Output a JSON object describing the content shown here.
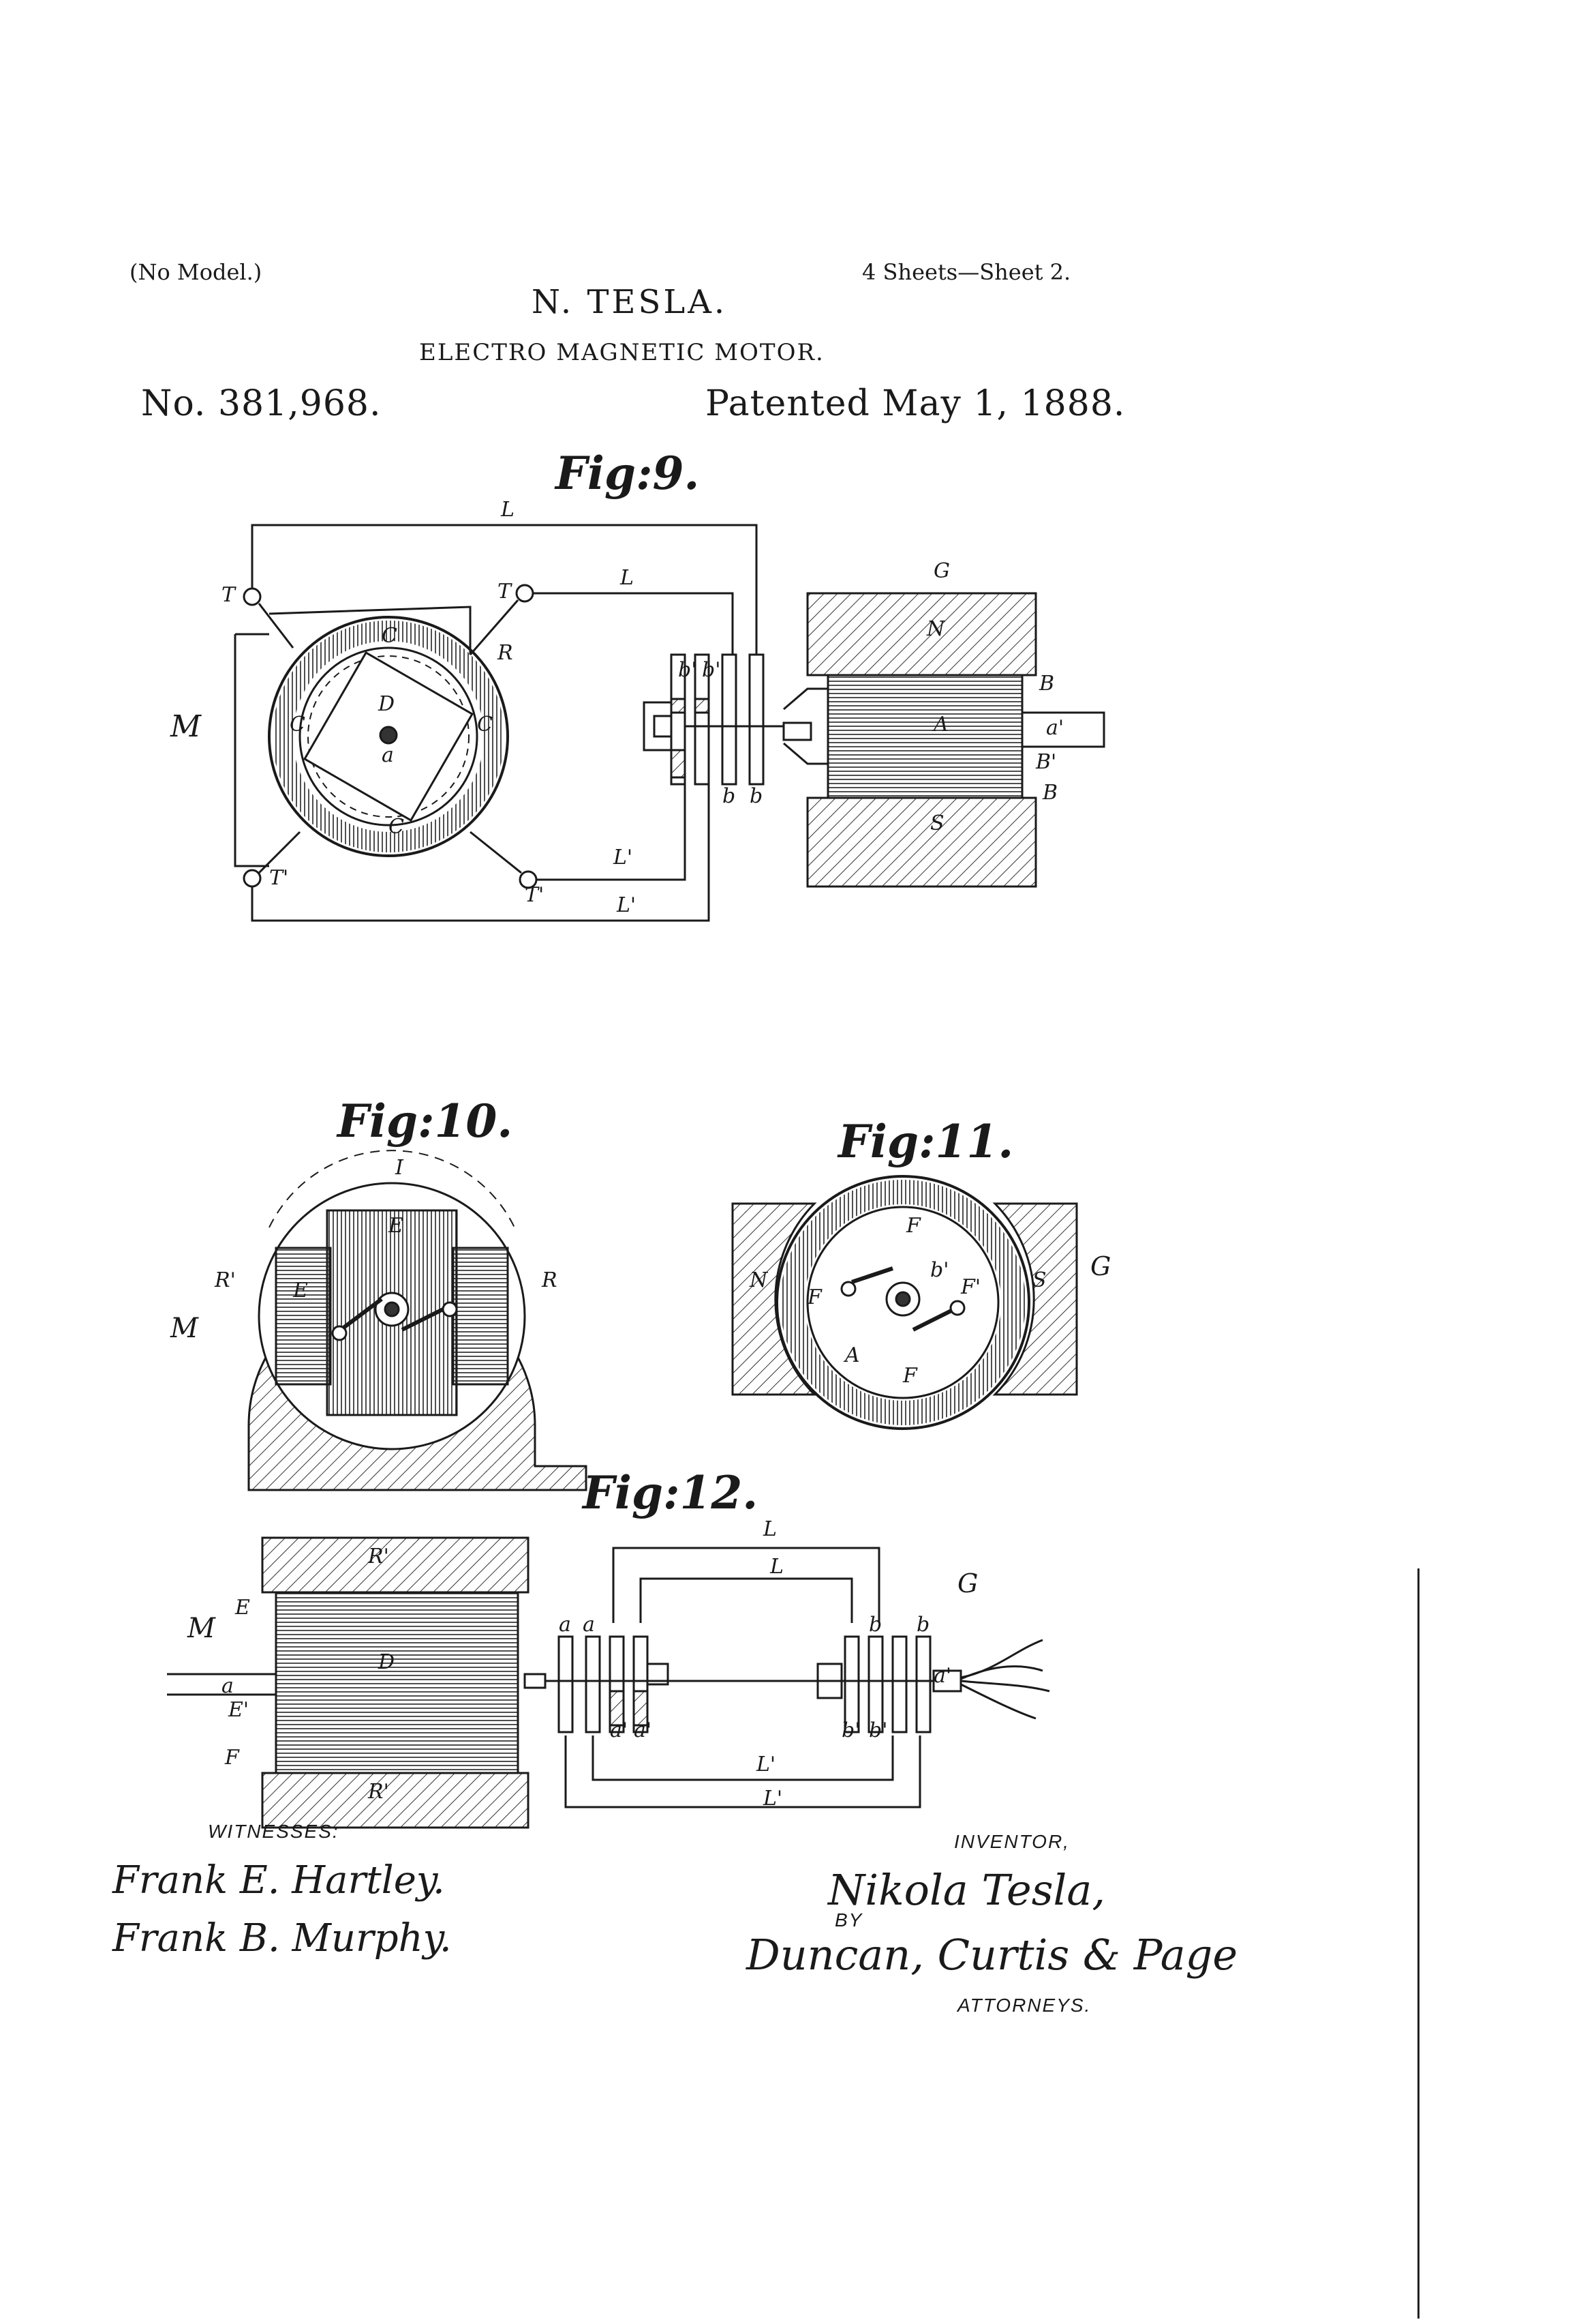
{
  "header": {
    "model_note": "(No Model.)",
    "sheets": "4 Sheets—Sheet 2.",
    "inventor_name": "N. TESLA.",
    "title": "ELECTRO MAGNETIC MOTOR.",
    "patent_number": "No. 381,968.",
    "patent_date": "Patented May 1, 1888."
  },
  "figures": {
    "fig9": "Fig:9.",
    "fig10": "Fig:10.",
    "fig11": "Fig:11.",
    "fig12": "Fig:12."
  },
  "labels": {
    "L": "L",
    "L_prime": "L'",
    "T": "T",
    "T_prime": "T'",
    "M": "M",
    "C": "C",
    "R": "R",
    "R_prime": "R'",
    "D": "D",
    "a": "a",
    "a_prime": "a'",
    "b": "b",
    "b_prime": "b'",
    "G": "G",
    "N": "N",
    "S": "S",
    "A": "A",
    "B": "B",
    "B_prime": "B'",
    "E": "E",
    "E_prime": "E'",
    "F": "F",
    "F_prime": "F'",
    "I": "I"
  },
  "footer": {
    "witnesses_label": "WITNESSES:",
    "witness_1": "Frank E. Hartley.",
    "witness_2": "Frank B. Murphy.",
    "inventor_label": "INVENTOR,",
    "inventor_signature": "Nikola Tesla,",
    "by_label": "BY",
    "attorneys_signature": "Duncan, Curtis & Page",
    "attorneys_label": "ATTORNEYS."
  }
}
